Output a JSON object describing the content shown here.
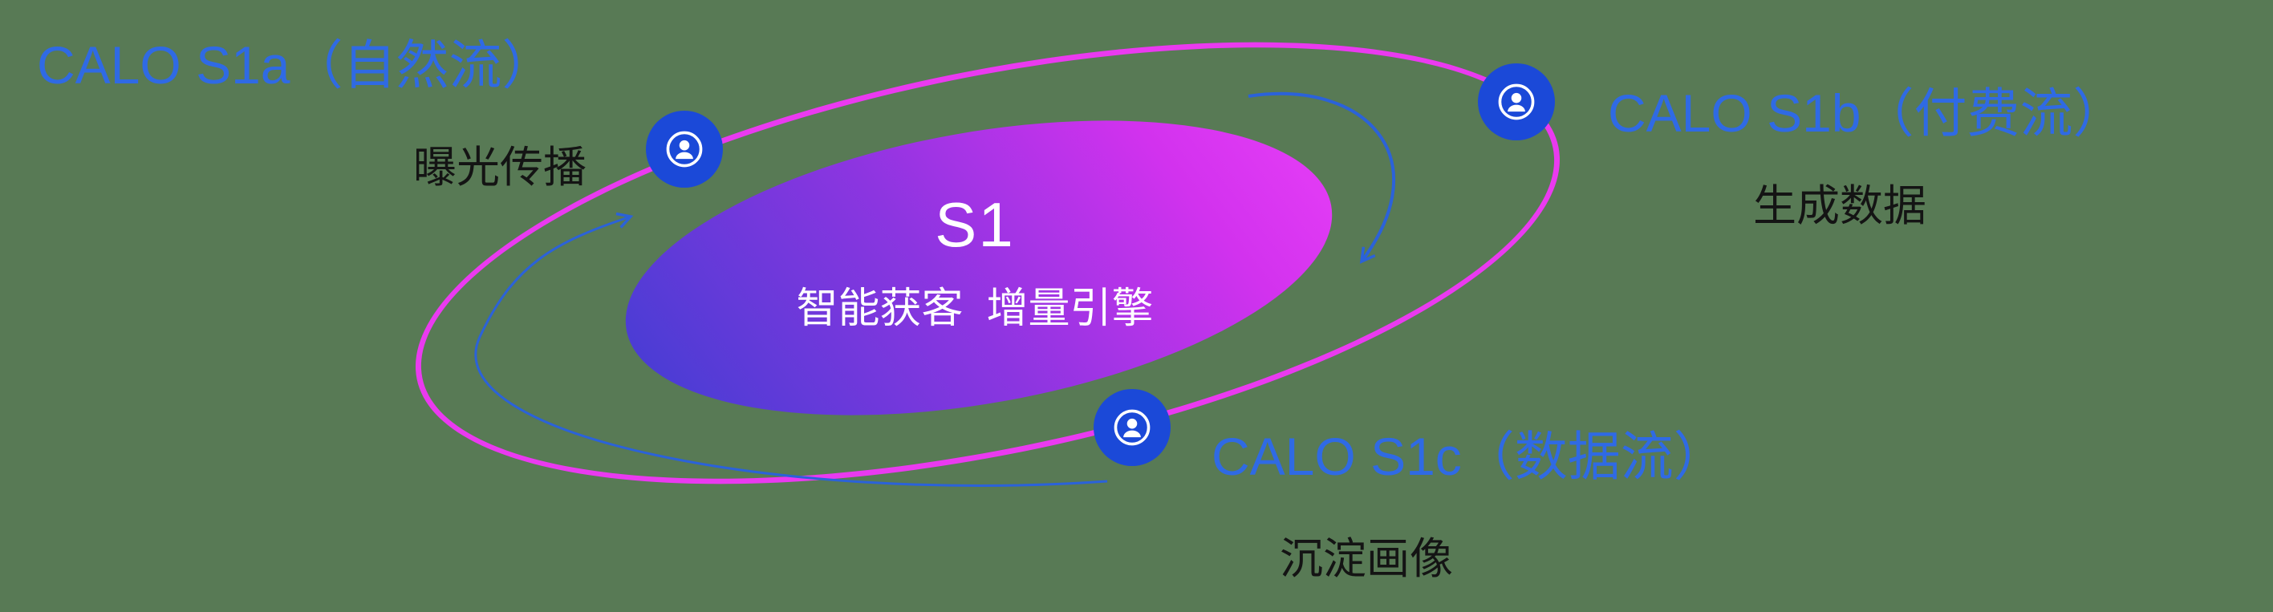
{
  "canvas": {
    "background_color": "#587a55"
  },
  "core": {
    "title": "S1",
    "subtitle": "智能获客  增量引擎",
    "text_color": "#ffffff",
    "gradient_start": "#3e3ed2",
    "gradient_end": "#e93ff8"
  },
  "orbit": {
    "color": "#ea3af0"
  },
  "arrows": {
    "color": "#2b62d9",
    "count": 2
  },
  "nodes": [
    {
      "id": "s1a",
      "title": "CALO S1a（自然流）",
      "subtitle": "曝光传播",
      "icon": "person-icon"
    },
    {
      "id": "s1b",
      "title": "CALO S1b（付费流）",
      "subtitle": "生成数据",
      "icon": "person-icon"
    },
    {
      "id": "s1c",
      "title": "CALO S1c（数据流）",
      "subtitle": "沉淀画像",
      "icon": "person-icon"
    }
  ],
  "colors": {
    "title_blue": "#2f6ae4",
    "node_blue": "#1b49d8",
    "sub_text": "#141414"
  }
}
